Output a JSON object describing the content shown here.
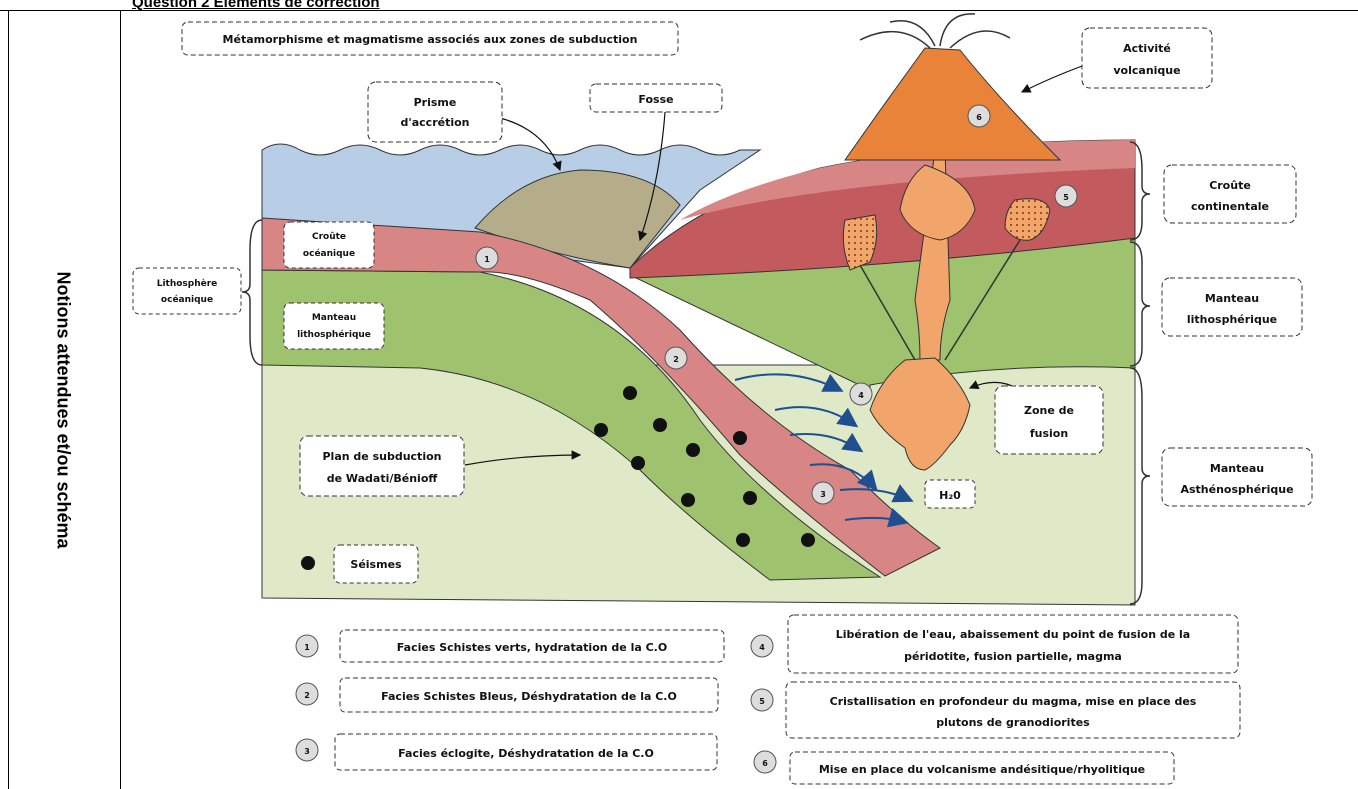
{
  "header_title": "Question 2 Eléments de correction",
  "side_label": "Notions attendues et/ou schéma",
  "diagram": {
    "title": "Métamorphisme et magmatisme associés aux zones de subduction",
    "prisme": [
      "Prisme",
      "d'accrétion"
    ],
    "fosse": "Fosse",
    "activite": [
      "Activité",
      "volcanique"
    ],
    "croute_continentale": [
      "Croûte",
      "continentale"
    ],
    "manteau_litho_right": [
      "Manteau",
      "lithosphérique"
    ],
    "manteau_astheno": [
      "Manteau",
      "Asthénosphérique"
    ],
    "zone_fusion": [
      "Zone de",
      "fusion"
    ],
    "h2o": "H₂0",
    "croute_oceanique": [
      "Croûte",
      "océanique"
    ],
    "manteau_litho_left": [
      "Manteau",
      "lithosphérique"
    ],
    "lithosphere_oceanique": [
      "Lithosphère",
      "océanique"
    ],
    "plan_subduction": [
      "Plan de subduction",
      "de Wadati/Bénioff"
    ],
    "seismes": "Séismes",
    "markers": [
      "1",
      "2",
      "3",
      "4",
      "5",
      "6"
    ]
  },
  "legend": [
    {
      "num": "1",
      "text": [
        "Facies Schistes verts, hydratation de la C.O"
      ]
    },
    {
      "num": "2",
      "text": [
        "Facies Schistes Bleus, Déshydratation de la C.O"
      ]
    },
    {
      "num": "3",
      "text": [
        "Facies éclogite, Déshydratation de la C.O"
      ]
    },
    {
      "num": "4",
      "text": [
        "Libération de l'eau, abaissement du point de fusion de la",
        "péridotite, fusion partielle, magma"
      ]
    },
    {
      "num": "5",
      "text": [
        "Cristallisation en profondeur du magma, mise en place des",
        "plutons de granodiorites"
      ]
    },
    {
      "num": "6",
      "text": [
        "Mise en place du volcanisme andésitique/rhyolitique"
      ]
    }
  ],
  "colors": {
    "ocean": "#b8cde6",
    "prism": "#b5ad8a",
    "crust": "#d88585",
    "crust_dark": "#c35a5e",
    "mantle_litho": "#9fc26e",
    "mantle_astheno": "#dfe9c8",
    "magma": "#f2a56b",
    "volcano": "#e9833a"
  }
}
